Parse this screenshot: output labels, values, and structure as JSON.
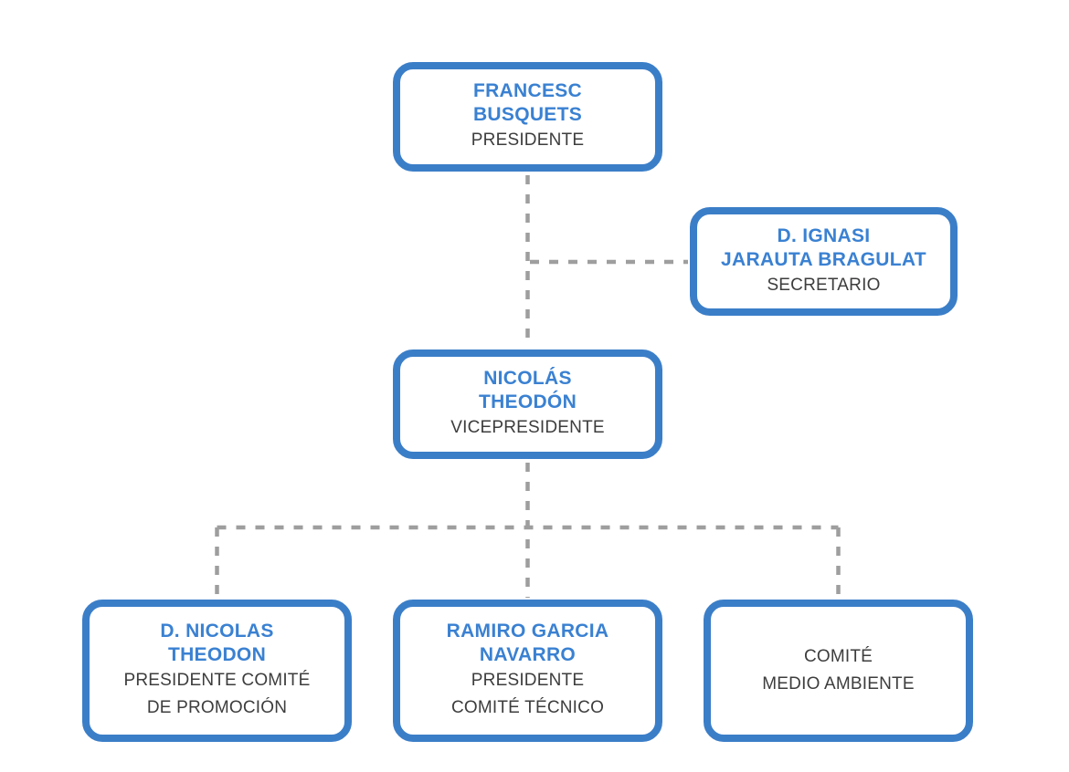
{
  "org_chart": {
    "colors": {
      "box_border": "#3b7ec8",
      "name_text": "#3a81d2",
      "role_text": "#3d3d3d",
      "connector": "#9e9e9e",
      "background": "#ffffff"
    },
    "nodes": {
      "presidente": {
        "name_line1": "FRANCESC",
        "name_line2": "BUSQUETS",
        "role_line1": "PRESIDENTE"
      },
      "secretario": {
        "name_line1": "D. IGNASI",
        "name_line2": "JARAUTA BRAGULAT",
        "role_line1": "SECRETARIO"
      },
      "vicepresidente": {
        "name_line1": "NICOLÁS",
        "name_line2": "THEODÓN",
        "role_line1": "VICEPRESIDENTE"
      },
      "comite_promocion": {
        "name_line1": "D. NICOLAS",
        "name_line2": "THEODON",
        "role_line1": "PRESIDENTE COMITÉ",
        "role_line2": "DE PROMOCIÓN"
      },
      "comite_tecnico": {
        "name_line1": "RAMIRO GARCIA",
        "name_line2": "NAVARRO",
        "role_line1": "PRESIDENTE",
        "role_line2": "COMITÉ TÉCNICO"
      },
      "comite_medio_ambiente": {
        "role_line1": "COMITÉ",
        "role_line2": "MEDIO AMBIENTE"
      }
    }
  }
}
